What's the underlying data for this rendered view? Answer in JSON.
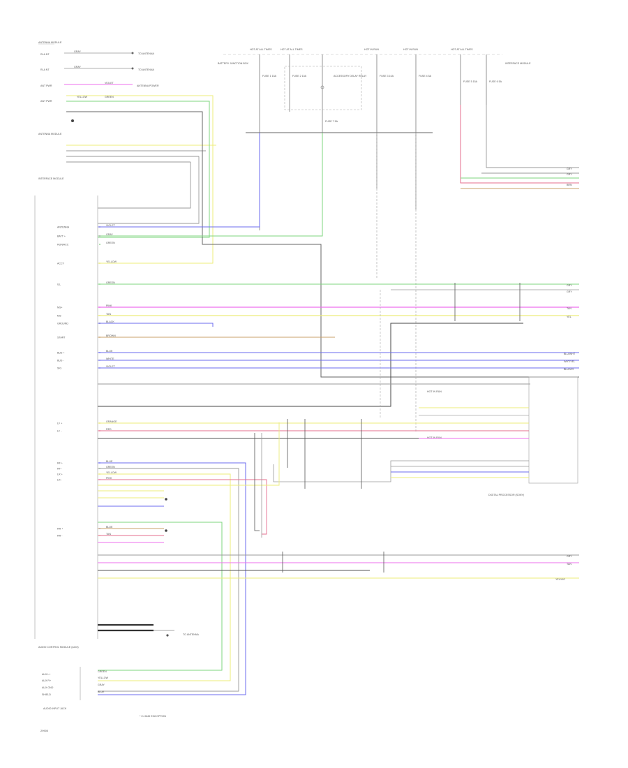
{
  "diagram_id": "29900",
  "footer_note": "* CJ AND EH8 OPTION",
  "modules": {
    "radio_unit": "AUDIO CONTROL MODULE (ACM)",
    "audio_input_jack": "AUDIO INPUT JACK",
    "digital_processor": "DIGITAL PROCESSOR (SONY)",
    "interface_module": "INTERFACE MODULE",
    "fuse_box": "BATTERY JUNCTION BOX",
    "antenna_module": "ANTENNA MODULE"
  },
  "power_feeds": {
    "feed_1": "HOT AT ALL TIMES",
    "feed_2": "HOT AT ALL TIMES",
    "feed_3": "HOT IN RUN",
    "feed_4": "HOT IN RUN",
    "feed_5": "HOT AT ALL TIMES",
    "fuse_a": "FUSE 1 15A",
    "fuse_b": "FUSE 2 10A",
    "fuse_c": "FUSE 3 10A",
    "fuse_d": "FUSE 4 5A",
    "fuse_e": "FUSE 5 15A",
    "fuse_f": "FUSE 6 5A",
    "fuse_g": "FUSE 7 5A",
    "relay": "ACCESSORY DELAY RELAY"
  },
  "top_left_connectors": [
    {
      "pin": "RLA NT",
      "wire": "GRAY",
      "dest": "TO ANTENNA"
    },
    {
      "pin": "RLA NT",
      "wire": "GRAY",
      "dest": "TO ANTENNA"
    },
    {
      "pin": "ANT PWR",
      "wire": "VIOLET",
      "dest": "ANTENNA POWER"
    },
    {
      "pin": "ANT PWR",
      "wire": "YELLOW",
      "dest": "GREEN"
    }
  ],
  "acm_pins": [
    {
      "label": "ANTENNA",
      "wire": "VIOLET",
      "color": "#7070e0"
    },
    {
      "label": "BATT +",
      "wire": "GRAY",
      "color": "#999999"
    },
    {
      "label": "RUN/ACC",
      "wire": "GREEN",
      "color": "#77cc77"
    },
    {
      "label": "ACCY",
      "wire": "YELLOW",
      "color": "#e8e870"
    },
    {
      "label": "ILL",
      "wire": "GREEN",
      "color": "#88dd88"
    },
    {
      "label": "MS+",
      "wire": "PINK",
      "color": "#ee66ee"
    },
    {
      "label": "MS-",
      "wire": "TAN",
      "color": "#eeee88"
    },
    {
      "label": "GROUND",
      "wire": "BLACK",
      "color": "#555555"
    },
    {
      "label": "START",
      "wire": "BROWN",
      "color": "#c8a070"
    },
    {
      "label": "BUS +",
      "wire": "BLUE",
      "color": "#6666ee"
    },
    {
      "label": "BUS -",
      "wire": "WHITE",
      "color": "#9999ee"
    },
    {
      "label": "SIG",
      "wire": "VIOLET",
      "color": "#8888ee"
    },
    {
      "label": "LF +",
      "wire": "ORANGE",
      "color": "#eecc66"
    },
    {
      "label": "LF -",
      "wire": "RED",
      "color": "#ee6688"
    },
    {
      "label": "RF +",
      "wire": "BLUE",
      "color": "#7777ee"
    },
    {
      "label": "RF -",
      "wire": "GREEN",
      "color": "#77dd77"
    },
    {
      "label": "LR +",
      "wire": "YELLOW",
      "color": "#eeee77"
    },
    {
      "label": "LR -",
      "wire": "PINK",
      "color": "#ee77ee"
    },
    {
      "label": "RR +",
      "wire": "BLUE",
      "color": "#6666ee"
    },
    {
      "label": "RR -",
      "wire": "TAN",
      "color": "#dddd88"
    }
  ],
  "right_outputs": [
    "GRY",
    "GRY",
    "TAN",
    "YEL",
    "BLU/WHT",
    "WHT/YEL",
    "BLU/VIO",
    "BRN",
    "TAN",
    "YEL/VIO"
  ],
  "input_jack_pins": [
    {
      "label": "AUX L+",
      "wire": "GREEN"
    },
    {
      "label": "AUX R+",
      "wire": "YELLOW"
    },
    {
      "label": "AUX GND",
      "wire": "GRAY"
    },
    {
      "label": "SHIELD",
      "wire": "BLUE"
    }
  ],
  "colors": {
    "blue": "#6b6bef",
    "green": "#7ed67e",
    "yellow": "#ecec7a",
    "pink": "#ee6fee",
    "red": "#e56d8e",
    "black": "#4a4a4a",
    "gray": "#9a9a9a",
    "brown": "#c9a06a"
  }
}
